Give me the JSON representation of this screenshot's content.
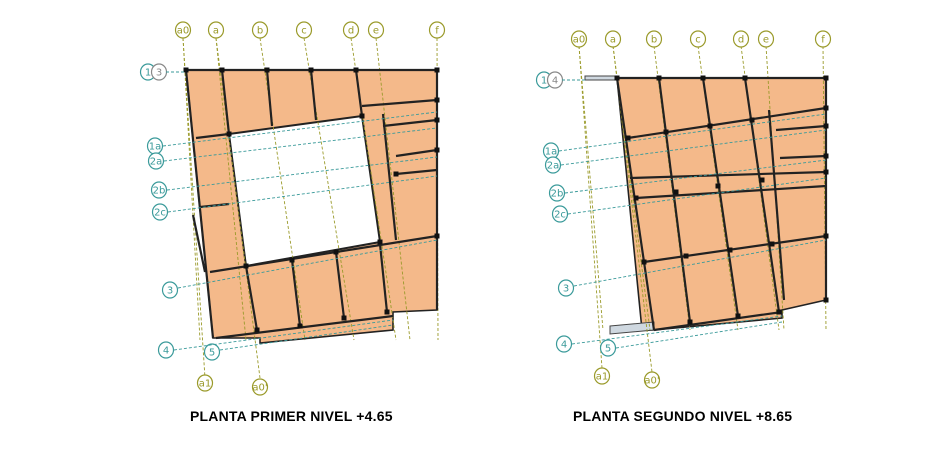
{
  "colors": {
    "slab": "#F4B98A",
    "beam": "#222222",
    "grid_letter": "#9A9A2A",
    "grid_number": "#3A9A9A"
  },
  "plan1": {
    "caption": "PLANTA PRIMER NIVEL +4.65",
    "letter_axes": [
      "a0",
      "a",
      "b",
      "c",
      "d",
      "e",
      "f"
    ],
    "bottom_axes": [
      "a1",
      "a0'"
    ],
    "number_axes": [
      "1",
      "3",
      "1a",
      "2a",
      "2b",
      "2c",
      "3",
      "4",
      "5"
    ]
  },
  "plan2": {
    "caption": "PLANTA SEGUNDO NIVEL +8.65",
    "letter_axes": [
      "a0",
      "a",
      "b",
      "c",
      "d",
      "e",
      "f"
    ],
    "bottom_axes": [
      "a1",
      "a0'"
    ],
    "number_axes": [
      "1",
      "4",
      "1a",
      "2a",
      "2b",
      "2c",
      "3",
      "4",
      "5"
    ]
  }
}
